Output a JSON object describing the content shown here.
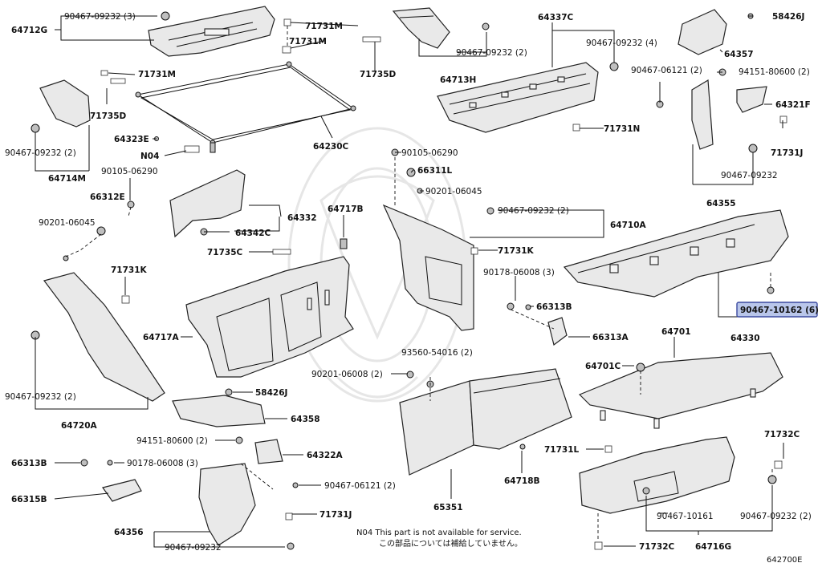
{
  "labels": {
    "p64712G": "64712G",
    "p9046709232_3": "90467-09232 (3)",
    "p71731M_a": "71731M",
    "p71731M_b": "71731M",
    "p71731M_c": "71731M",
    "p71735D_a": "71735D",
    "p71735D_b": "71735D",
    "p64713H": "64713H",
    "p9046709232_2a": "90467-09232 (2)",
    "p64337C": "64337C",
    "p9046709232_4": "90467-09232 (4)",
    "p58426J_a": "58426J",
    "p64357": "64357",
    "p9046706121_2a": "90467-06121 (2)",
    "p9415180600_2a": "94151-80600 (2)",
    "p64321F": "64321F",
    "p71731J_a": "71731J",
    "p9046709232_b": "90467-09232",
    "p64355": "64355",
    "p9046709232_2b": "90467-09232 (2)",
    "p64714M": "64714M",
    "p64230C": "64230C",
    "p64323E": "64323E",
    "pN04": "N04",
    "p9010506290_a": "90105-06290",
    "p6631E": "66312E",
    "p9020106045_a": "90201-06045",
    "p64342C": "64342C",
    "p64332": "64332",
    "p9010506290_b": "90105-06290",
    "p66311L": "66311L",
    "p9020106045_b": "90201-06045",
    "p9046709232_2c": "90467-09232 (2)",
    "p64710A": "64710A",
    "p71731N_a": "71731N",
    "p64717B": "64717B",
    "p71735C": "71735C",
    "p71731K_a": "71731K",
    "p71731K_b": "71731K",
    "p9017806008_3a": "90178-06008 (3)",
    "p66313B_a": "66313B",
    "p66313A": "66313A",
    "p9046710162_6": "90467-10162 (6)",
    "p64330": "64330",
    "p64701": "64701",
    "p64701C": "64701C",
    "p64717A": "64717A",
    "p9356054016_2": "93560-54016 (2)",
    "p9020106008_2": "90201-06008 (2)",
    "p58426J_b": "58426J",
    "p9046709232_2d": "90467-09232 (2)",
    "p64720A": "64720A",
    "p64358": "64358",
    "p9415180600_2b": "94151-80600 (2)",
    "p64322A": "64322A",
    "p66313B_b": "66313B",
    "p9017806008_3b": "90178-06008 (3)",
    "p66315B": "66315B",
    "p9046706121_2b": "90467-06121 (2)",
    "p71731J_b": "71731J",
    "p64356": "64356",
    "p9046709232_c": "90467-09232",
    "p65351": "65351",
    "p64718B": "64718B",
    "p71731L": "71731L",
    "p71732C_a": "71732C",
    "p71732C_b": "71732C",
    "p9046710161": "90467-10161",
    "p9046709232_2e": "90467-09232 (2)",
    "p64716G": "64716G"
  },
  "notes": {
    "line1": "N04 This part is not available for service.",
    "line2": "この部品については補給していません。",
    "figure_code": "642700E"
  },
  "highlight": {
    "part": "p9046710162_6",
    "color": "#b9c6ea"
  }
}
